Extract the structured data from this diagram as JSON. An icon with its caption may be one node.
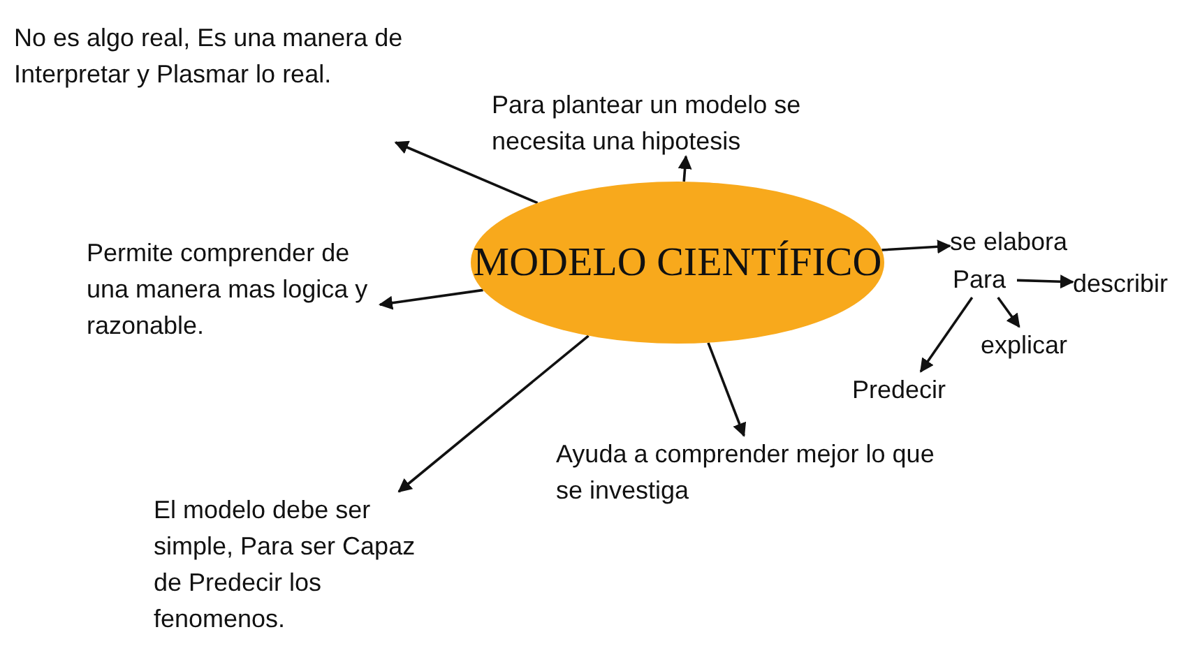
{
  "diagram": {
    "nodes": [
      {
        "text": [
          "MODELO CIENTÍFICO"
        ]
      },
      {
        "text": [
          "No es algo real, Es una manera de Interpretar y Plasmar lo real."
        ]
      },
      {
        "text": [
          "Para plantear un modelo se necesita una hipotesis"
        ]
      },
      {
        "text": [
          "se elabora"
        ]
      },
      {
        "text": [
          "Para"
        ]
      },
      {
        "text": [
          "describir"
        ]
      },
      {
        "text": [
          "explicar"
        ]
      },
      {
        "text": [
          "Predecir"
        ]
      },
      {
        "text": [
          "Permite comprender de una manera mas logica y razonable."
        ]
      },
      {
        "text": [
          "Ayuda a comprender mejor lo que se investiga"
        ]
      },
      {
        "text": [
          "El modelo debe ser simple, Para ser Capaz de Predecir los fenomenos."
        ]
      }
    ],
    "edges": [
      {
        "from": 0,
        "to": 1,
        "arrow": "to"
      },
      {
        "from": 0,
        "to": 2,
        "arrow": "to"
      },
      {
        "from": 0,
        "to": 3,
        "arrow": "to"
      },
      {
        "from": 4,
        "to": 5,
        "arrow": "to"
      },
      {
        "from": 4,
        "to": 6,
        "arrow": "to"
      },
      {
        "from": 4,
        "to": 7,
        "arrow": "to"
      },
      {
        "from": 0,
        "to": 8,
        "arrow": "to"
      },
      {
        "from": 0,
        "to": 9,
        "arrow": "to"
      },
      {
        "from": 0,
        "to": 10,
        "arrow": "to"
      }
    ]
  }
}
